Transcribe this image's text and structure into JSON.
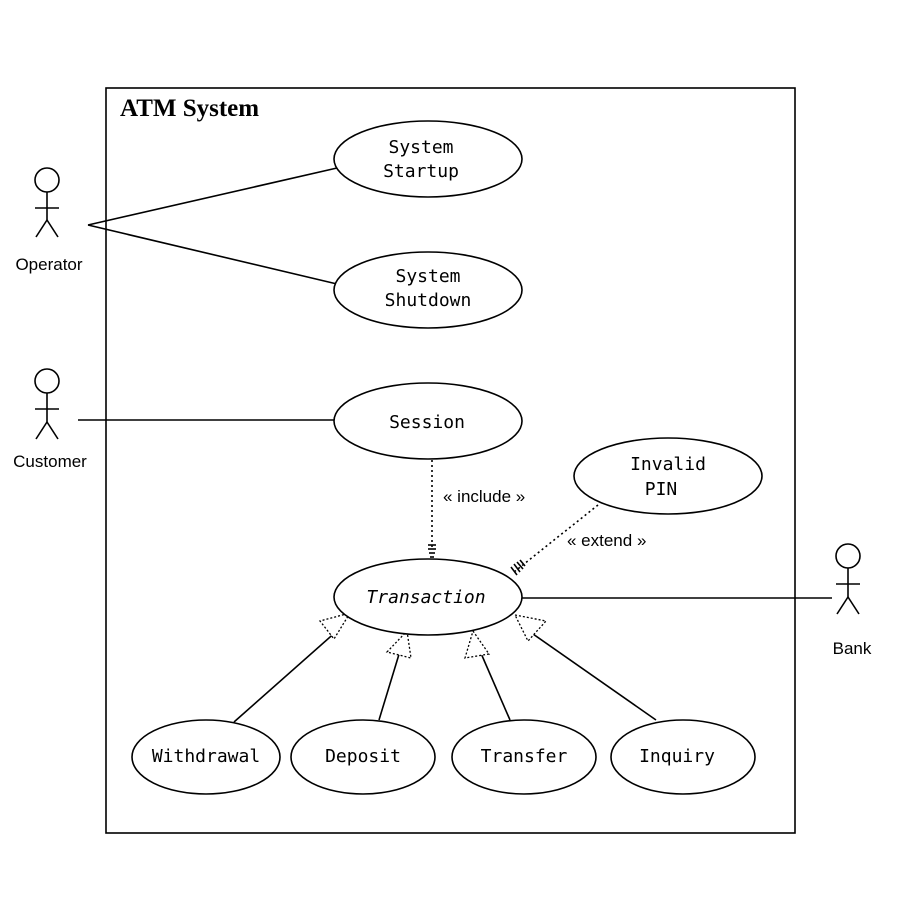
{
  "system": {
    "title": "ATM System"
  },
  "actors": {
    "operator": "Operator",
    "customer": "Customer",
    "bank": "Bank"
  },
  "use_cases": {
    "system_startup": [
      "System",
      "Startup"
    ],
    "system_shutdown": [
      "System",
      "Shutdown"
    ],
    "session": [
      "Session"
    ],
    "invalid_pin": [
      "Invalid",
      "PIN"
    ],
    "transaction": [
      "Transaction"
    ],
    "withdrawal": [
      "Withdrawal"
    ],
    "deposit": [
      "Deposit"
    ],
    "transfer": [
      "Transfer"
    ],
    "inquiry": [
      "Inquiry"
    ]
  },
  "relationships": {
    "include": "« include »",
    "extend": "« extend »"
  }
}
